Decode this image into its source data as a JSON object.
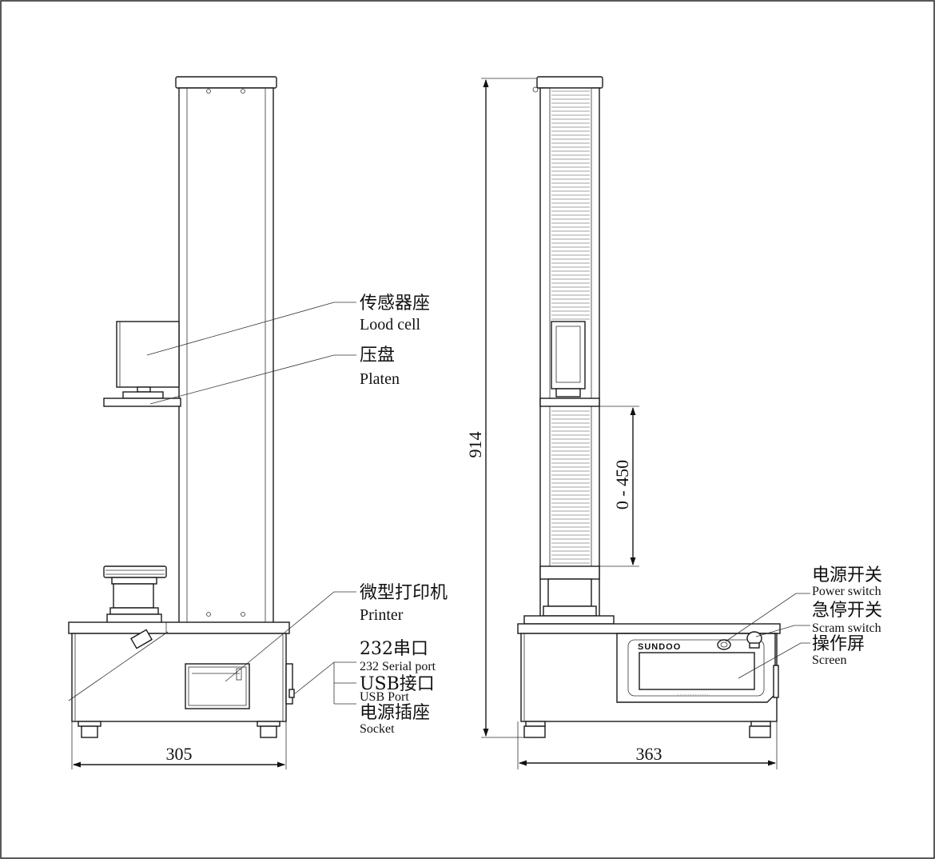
{
  "labels": {
    "load_cell_zh": "传感器座",
    "load_cell_en": "Lood cell",
    "platen_zh": "压盘",
    "platen_en": "Platen",
    "printer_zh": "微型打印机",
    "printer_en": "Printer",
    "serial_zh": "232串口",
    "serial_en": "232 Serial port",
    "usb_zh": "USB接口",
    "usb_en": "USB Port",
    "socket_zh": "电源插座",
    "socket_en": "Socket",
    "power_zh": "电源开关",
    "power_en": "Power switch",
    "scram_zh": "急停开关",
    "scram_en": "Scram switch",
    "screen_zh": "操作屏",
    "screen_en": "Screen"
  },
  "dimensions": {
    "width_front": "305",
    "width_side": "363",
    "height": "914",
    "travel": "0 - 450"
  },
  "brand": {
    "logo": "SUNDOO"
  }
}
